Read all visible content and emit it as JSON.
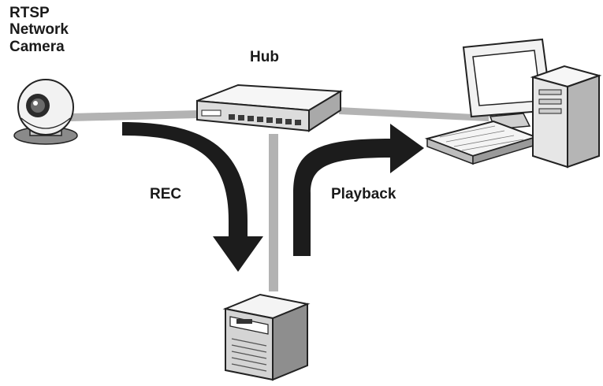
{
  "nodes": {
    "camera": {
      "label_lines": [
        "RTSP",
        "Network",
        "Camera"
      ],
      "icon": "network-camera-icon"
    },
    "hub": {
      "label": "Hub",
      "icon": "network-hub-icon"
    },
    "computer": {
      "icon": "desktop-computer-icon"
    },
    "storage": {
      "icon": "nas-storage-icon"
    }
  },
  "flows": {
    "rec": {
      "label": "REC"
    },
    "playback": {
      "label": "Playback"
    }
  },
  "colors": {
    "cable": "#b3b3b3",
    "arrow": "#1c1c1c",
    "device_light": "#f4f4f4",
    "device_shadow": "#8a8a8a",
    "outline": "#222222"
  }
}
